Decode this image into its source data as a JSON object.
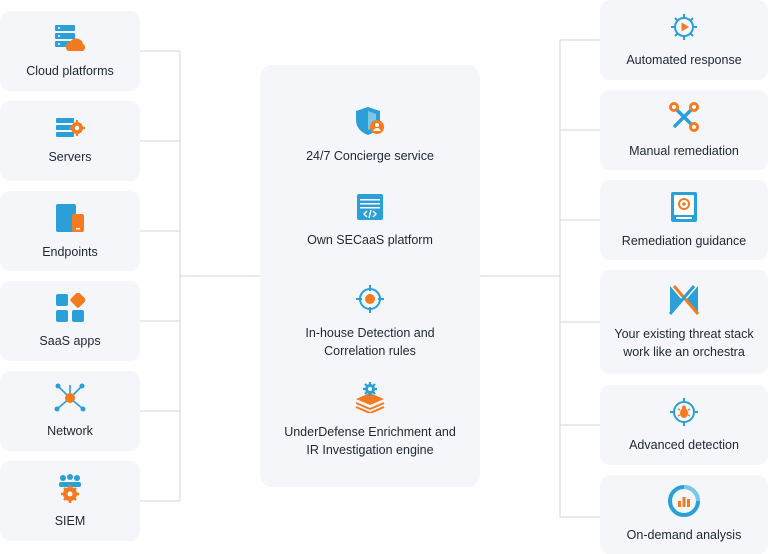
{
  "sources": [
    {
      "label": "Cloud platforms",
      "icon": "cloud-server-icon"
    },
    {
      "label": "Servers",
      "icon": "server-gear-icon"
    },
    {
      "label": "Endpoints",
      "icon": "devices-icon"
    },
    {
      "label": "SaaS apps",
      "icon": "apps-grid-icon"
    },
    {
      "label": "Network",
      "icon": "network-nodes-icon"
    },
    {
      "label": "SIEM",
      "icon": "team-gear-icon"
    }
  ],
  "core": [
    {
      "label": "24/7 Concierge service",
      "icon": "shield-user-icon"
    },
    {
      "label": "Own SECaaS platform",
      "icon": "code-window-icon"
    },
    {
      "line1": "In-house Detection and",
      "line2": "Correlation rules",
      "icon": "target-icon"
    },
    {
      "line1": "UnderDefense Enrichment and",
      "line2": "IR Investigation engine",
      "icon": "layers-gear-icon"
    }
  ],
  "outcomes": [
    {
      "label": "Automated response",
      "icon": "gear-play-icon"
    },
    {
      "label": "Manual remediation",
      "icon": "tools-icon"
    },
    {
      "label": "Remediation guidance",
      "icon": "guide-book-icon"
    },
    {
      "line1": "Your existing threat stack",
      "line2": "work like an orchestra",
      "icon": "orchestra-logo-icon"
    },
    {
      "label": "Advanced detection",
      "icon": "bug-target-icon"
    },
    {
      "label": "On-demand analysis",
      "icon": "chart-circle-icon"
    }
  ],
  "colors": {
    "blue": "#2b9fd8",
    "orange": "#f47b20",
    "card": "#f4f6f9",
    "line": "#cfd6de"
  }
}
